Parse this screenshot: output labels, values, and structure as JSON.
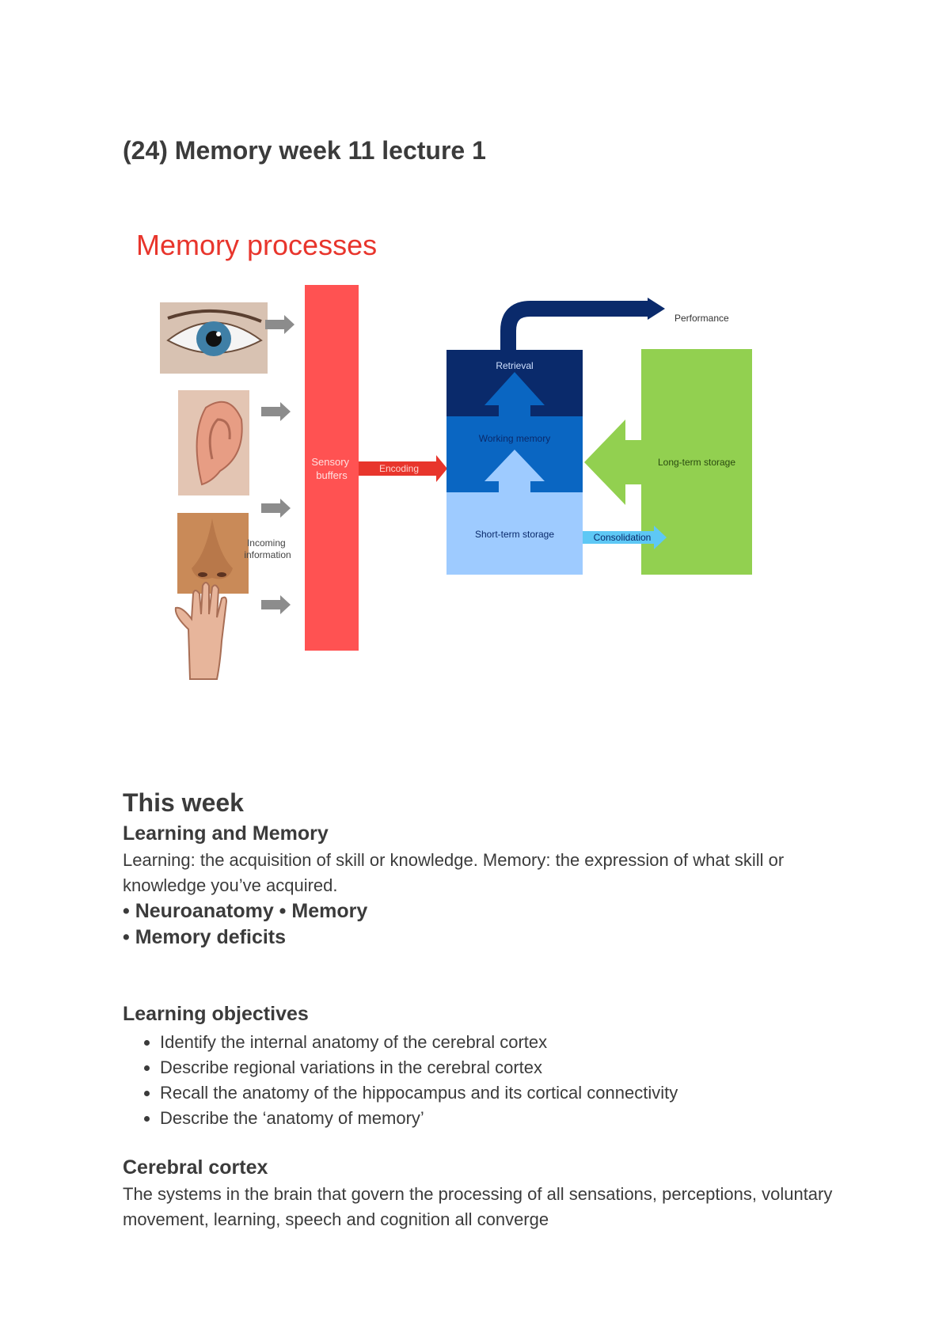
{
  "page_title": "(24) Memory week 11 lecture 1",
  "figure": {
    "title": "Memory processes",
    "labels": {
      "incoming_information_1": "Incoming",
      "incoming_information_2": "information",
      "sensory_buffers_1": "Sensory",
      "sensory_buffers_2": "buffers",
      "encoding": "Encoding",
      "retrieval": "Retrieval",
      "working_memory": "Working memory",
      "short_term_storage": "Short-term storage",
      "consolidation": "Consolidation",
      "long_term_storage": "Long-term storage",
      "performance": "Performance"
    },
    "colors": {
      "title": "#e8352c",
      "sensory": "#ff5252",
      "encoding": "#e8352c",
      "retrieval_block": "#0a2a6b",
      "working_block": "#0a66c2",
      "short_term_block": "#9ecbff",
      "long_term_block": "#92d050",
      "consolidation": "#5ec8f5",
      "arrow_grey": "#8c8c8c"
    },
    "icons": [
      "eye-icon",
      "ear-icon",
      "nose-icon",
      "hand-icon"
    ]
  },
  "this_week": {
    "heading": "This week",
    "subheading": "Learning and Memory",
    "paragraph": "Learning: the acquisition of skill or knowledge. Memory: the expression of what skill or knowledge you’ve acquired.",
    "topics_line_1": "• Neuroanatomy • Memory",
    "topics_line_2": "• Memory deficits"
  },
  "learning_objectives": {
    "heading": "Learning objectives",
    "items": [
      "Identify the internal anatomy of the cerebral cortex",
      "Describe regional variations in the cerebral cortex",
      "Recall the anatomy of the hippocampus and its cortical connectivity",
      "Describe the ‘anatomy of memory’"
    ]
  },
  "cerebral_cortex": {
    "heading": "Cerebral cortex",
    "paragraph": "The systems in the brain that govern the processing of all sensations, perceptions, voluntary movement, learning, speech and cognition all converge"
  }
}
